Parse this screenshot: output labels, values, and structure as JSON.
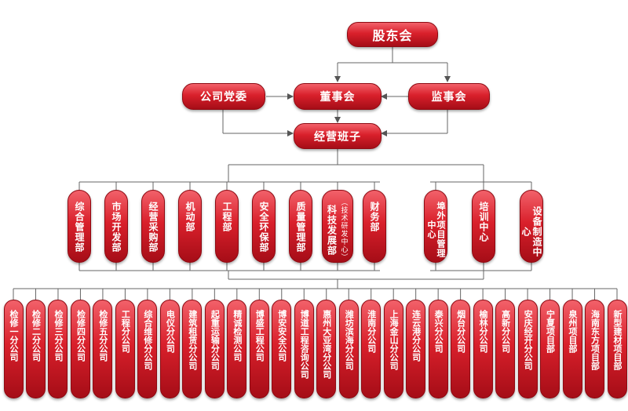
{
  "top": {
    "shareholders": "股东会",
    "party": "公司党委",
    "board": "董事会",
    "supervisors": "监事会",
    "management": "经营班子"
  },
  "departments": [
    "综合管理部",
    "市场开发部",
    "经营采购部",
    "机动部",
    "工程部",
    "安全环保部",
    "质量管理部",
    "科技发展部",
    "财务部"
  ],
  "tech_center_note": "（技术研发中心）",
  "centers": [
    "埠外项目管理中心",
    "培训中心",
    "设备制造中心"
  ],
  "subsidiaries": [
    "检修一分公司",
    "检修二分公司",
    "检修三分公司",
    "检修四分公司",
    "检修五分公司",
    "工程分公司",
    "综合维修分公司",
    "电仪分公司",
    "建筑租赁分公司",
    "起重运输分公司",
    "精诚检测公司",
    "博盛工程公司",
    "博安安全公司",
    "博道工程咨询公司",
    "惠州大亚湾分公司",
    "潍坊滨海分公司",
    "淮南分公司",
    "上海金山分公司",
    "连云港分公司",
    "泰兴分公司",
    "烟台分公司",
    "榆林分公司",
    "高新分公司",
    "安庆经开分公司",
    "宁夏项目部",
    "泉州项目部",
    "海南东方项目部",
    "新型建材项目部"
  ]
}
